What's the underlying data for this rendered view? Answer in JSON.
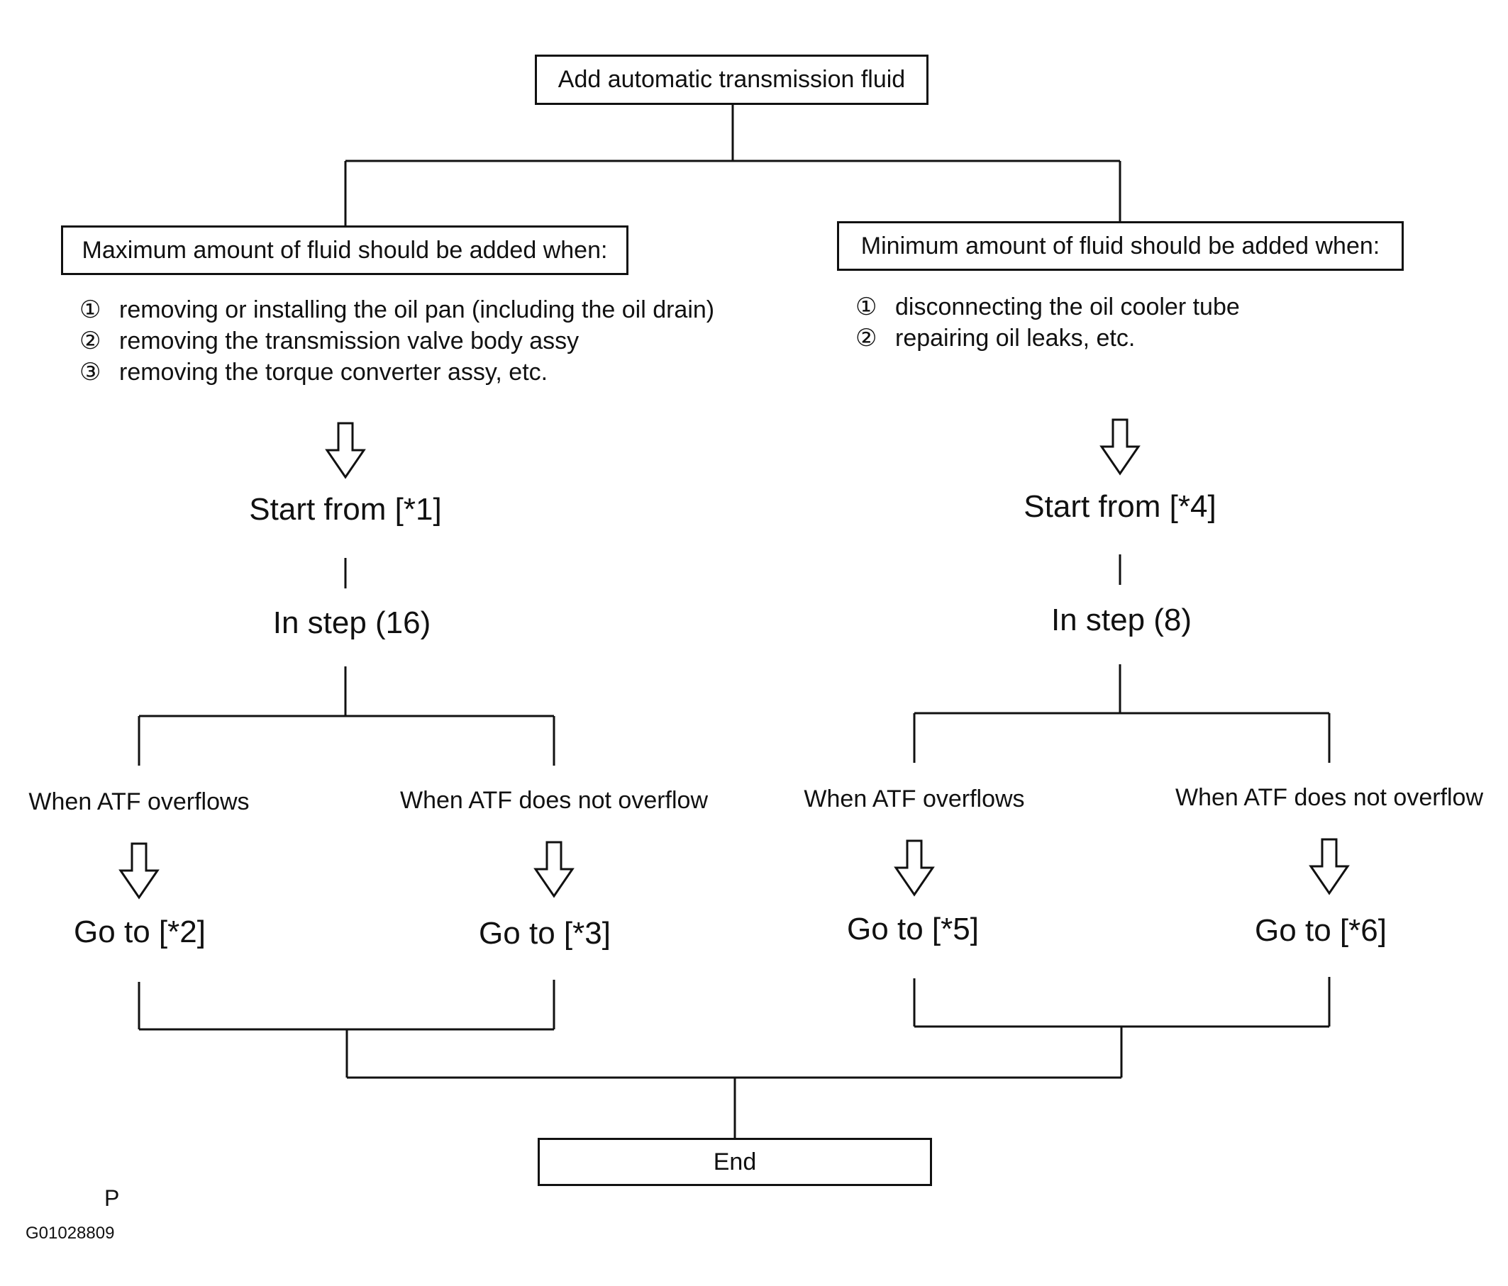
{
  "diagram": {
    "root": "Add automatic transmission fluid",
    "left": {
      "heading": "Maximum amount of fluid should be added when:",
      "conditions": [
        {
          "num": "①",
          "text": "removing or installing the oil pan (including the oil drain)"
        },
        {
          "num": "②",
          "text": "removing the transmission valve body assy"
        },
        {
          "num": "③",
          "text": "removing the torque converter assy, etc."
        }
      ],
      "start": "Start from [*1]",
      "step": "In step (16)",
      "branches": [
        {
          "label": "When ATF overflows",
          "goto": "Go to [*2]"
        },
        {
          "label": "When ATF does not overflow",
          "goto": "Go to [*3]"
        }
      ]
    },
    "right": {
      "heading": "Minimum amount of fluid should be added when:",
      "conditions": [
        {
          "num": "①",
          "text": "disconnecting the oil cooler tube"
        },
        {
          "num": "②",
          "text": "repairing oil leaks, etc."
        }
      ],
      "start": "Start from [*4]",
      "step": "In step (8)",
      "branches": [
        {
          "label": "When ATF overflows",
          "goto": "Go to [*5]"
        },
        {
          "label": "When ATF does not overflow",
          "goto": "Go to [*6]"
        }
      ]
    },
    "end": "End",
    "footer_p": "P",
    "figure_code": "G01028809"
  }
}
